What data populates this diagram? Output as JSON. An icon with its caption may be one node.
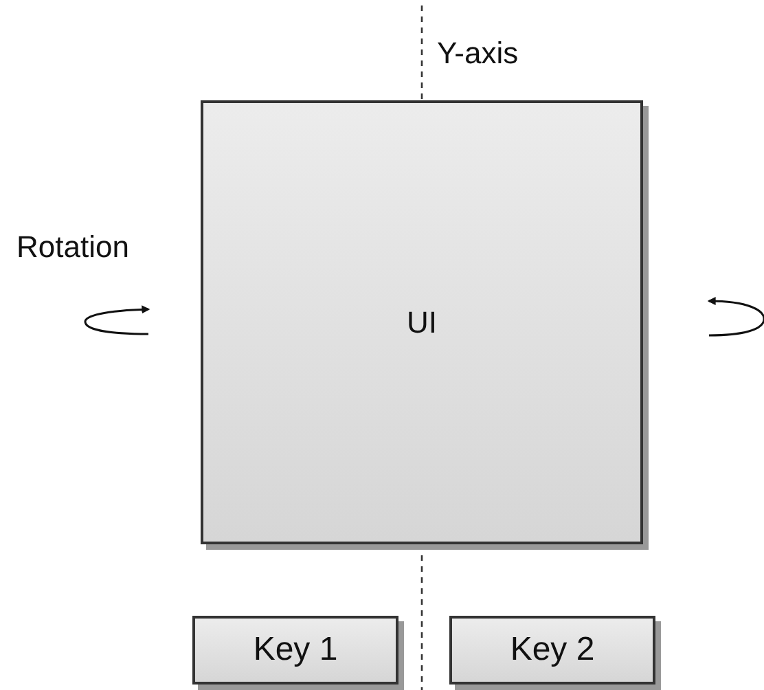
{
  "diagram": {
    "nodes": [
      {
        "text": [
          "UI"
        ]
      },
      {
        "text": [
          "Key 1"
        ]
      },
      {
        "text": [
          "Key 2"
        ]
      }
    ],
    "labels": [
      "Y-axis",
      "Rotation"
    ]
  }
}
